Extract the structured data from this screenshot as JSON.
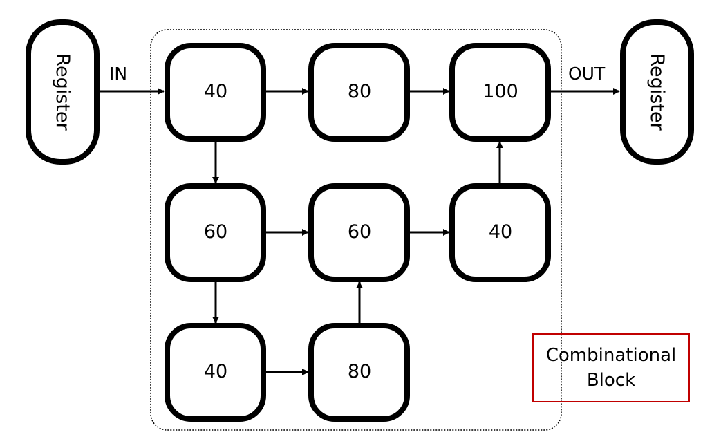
{
  "registers": {
    "left": "Register",
    "right": "Register"
  },
  "signals": {
    "in": "IN",
    "out": "OUT"
  },
  "nodes": {
    "r1c1": "40",
    "r1c2": "80",
    "r1c3": "100",
    "r2c1": "60",
    "r2c2": "60",
    "r2c3": "40",
    "r3c1": "40",
    "r3c2": "80"
  },
  "legend": {
    "line1": "Combinational",
    "line2": "Block"
  },
  "colors": {
    "stroke": "#000000",
    "legend_border": "#c00000"
  }
}
